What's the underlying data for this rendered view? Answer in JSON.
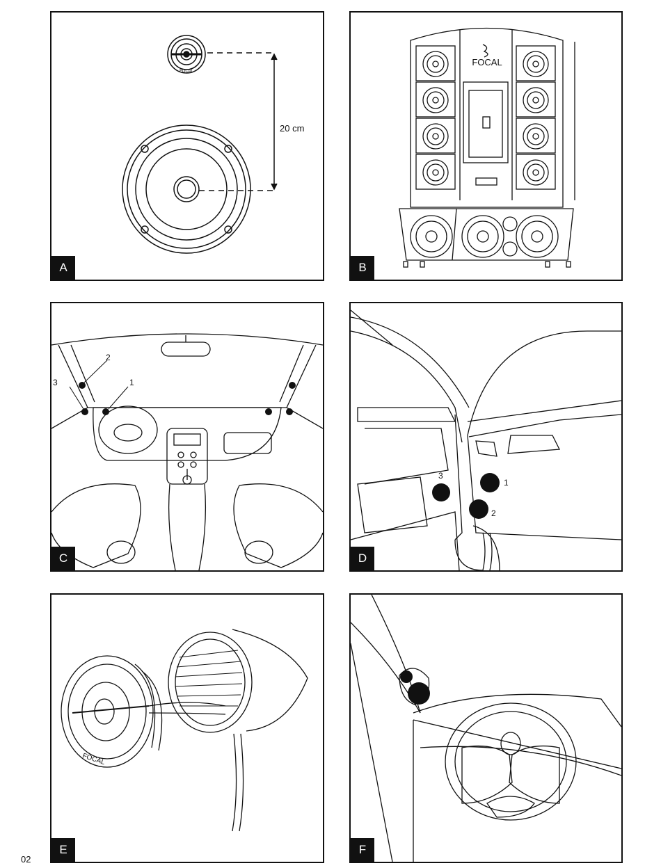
{
  "page_number": "02",
  "panels": {
    "a": {
      "label": "A",
      "distance_label": "20 cm",
      "tweeter_logo": "FOCAL"
    },
    "b": {
      "label": "B",
      "logo": "FOCAL"
    },
    "c": {
      "label": "C",
      "callouts": [
        "1",
        "2",
        "3"
      ]
    },
    "d": {
      "label": "D",
      "callouts": [
        "1",
        "2",
        "3"
      ]
    },
    "e": {
      "label": "E",
      "logo": "FOCAL"
    },
    "f": {
      "label": "F"
    }
  }
}
